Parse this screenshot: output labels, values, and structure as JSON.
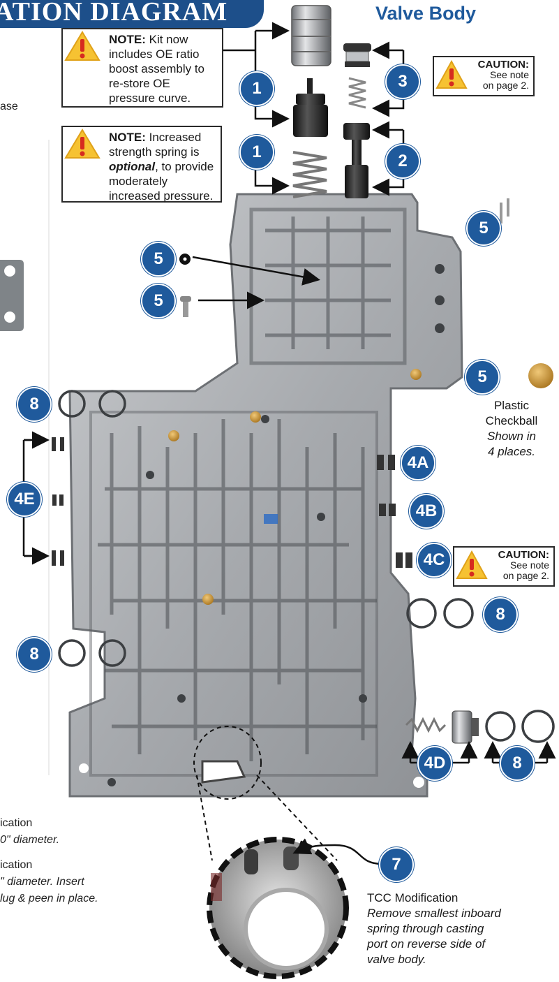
{
  "header": {
    "banner_text": "ATION DIAGRAM",
    "valve_body_title": "Valve Body"
  },
  "notes": {
    "note1_bold": "NOTE:",
    "note1_text": " Kit now includes OE ratio boost assembly to re-store OE pressure curve.",
    "note2_bold": "NOTE:",
    "note2_text_a": " Increased strength spring is ",
    "note2_emph": "optional",
    "note2_text_b": ", to provide moderately increased pressure."
  },
  "cautions": {
    "c1_title": "CAUTION:",
    "c1_line1": "See note",
    "c1_line2": "on page 2.",
    "c2_title": "CAUTION:",
    "c2_line1": "See note",
    "c2_line2": "on page 2."
  },
  "badges": {
    "b1a": "1",
    "b1b": "1",
    "b2": "2",
    "b3": "3",
    "b5a": "5",
    "b5b": "5",
    "b5c": "5",
    "b5d": "5",
    "b8a": "8",
    "b8b": "8",
    "b8c": "8",
    "b8d": "8",
    "b4a": "4A",
    "b4b": "4B",
    "b4c": "4C",
    "b4d": "4D",
    "b4e": "4E",
    "b7": "7"
  },
  "checkball": {
    "line1": "Plastic",
    "line2": "Checkball",
    "line3": "Shown in",
    "line4": "4 places."
  },
  "left_text": {
    "frag1": "ase",
    "frag2": "ication",
    "frag3": "0\" diameter.",
    "frag4": "ication",
    "frag5": "\" diameter. Insert",
    "frag6": "lug & peen in place."
  },
  "tcc": {
    "title": "TCC Modification",
    "desc1": "Remove smallest inboard",
    "desc2": "spring through casting",
    "desc3": "port on reverse side of",
    "desc4": "valve body."
  },
  "colors": {
    "brand_blue": "#1f5a9c",
    "banner_blue": "#1d4f8a",
    "warning_yellow": "#f6c232",
    "warning_red": "#d62b1f"
  }
}
